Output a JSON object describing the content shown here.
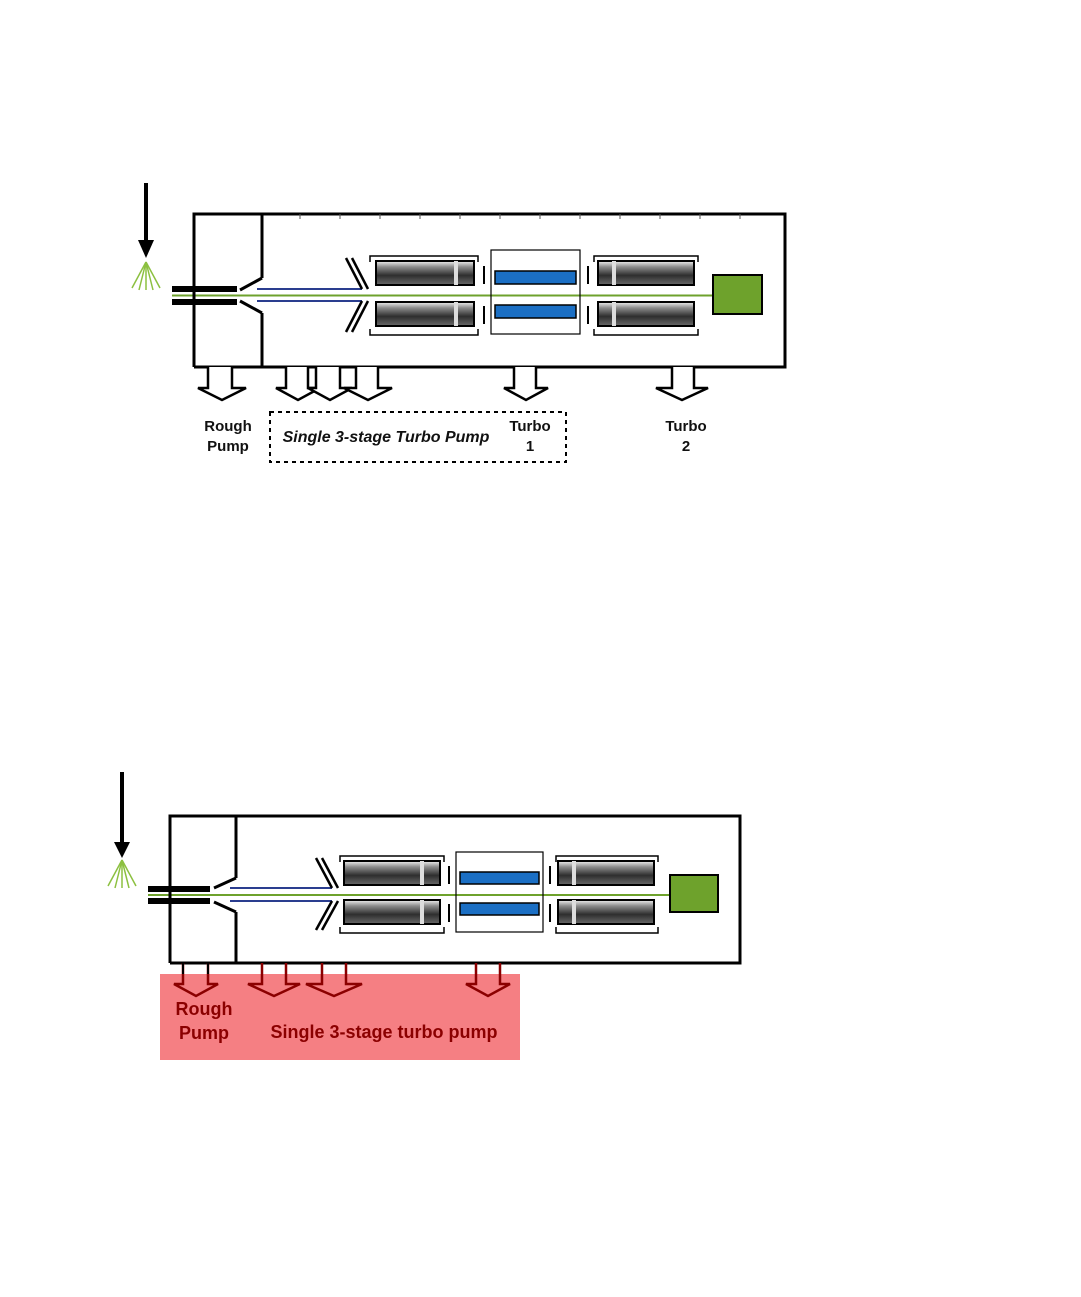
{
  "colors": {
    "green": "#6ea22c",
    "blue_plate": "#1b6fc4",
    "blue_line": "#2a3d8f",
    "highlight": "#f57f83",
    "highlight_text": "#8b0000"
  },
  "figure_top": {
    "rough_pump": {
      "line1": "Rough",
      "line2": "Pump"
    },
    "single_stage_label": "Single 3-stage Turbo Pump",
    "turbo1": {
      "line1": "Turbo",
      "line2": "1"
    },
    "turbo2": {
      "line1": "Turbo",
      "line2": "2"
    }
  },
  "figure_bottom": {
    "rough_pump": {
      "line1": "Rough",
      "line2": "Pump"
    },
    "single_stage_label": "Single 3-stage turbo pump"
  }
}
